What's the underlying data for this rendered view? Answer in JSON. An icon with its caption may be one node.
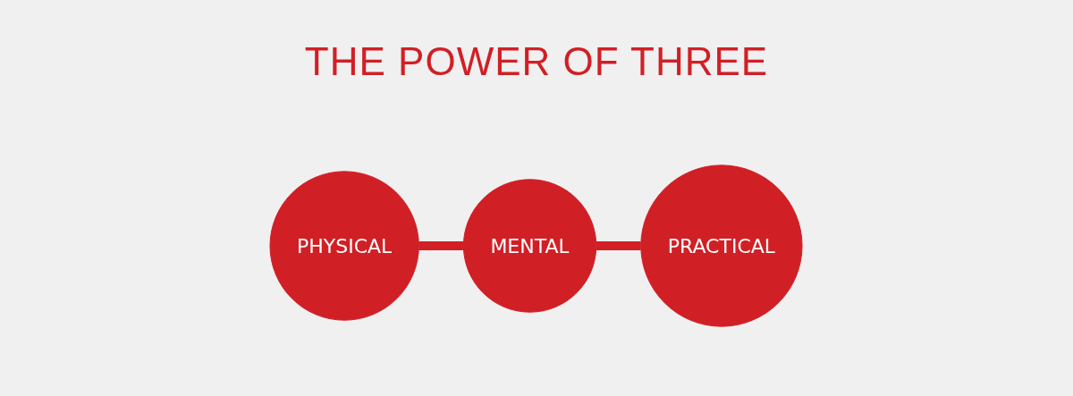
{
  "diagram": {
    "title": "THE POWER OF THREE",
    "nodes": [
      {
        "text": [
          "PHYSICAL"
        ]
      },
      {
        "text": [
          "MENTAL"
        ]
      },
      {
        "text": [
          "PRACTICAL"
        ]
      }
    ],
    "edges": [
      {
        "from": 0,
        "to": 1,
        "arrow": "none"
      },
      {
        "from": 1,
        "to": 2,
        "arrow": "none"
      }
    ]
  }
}
